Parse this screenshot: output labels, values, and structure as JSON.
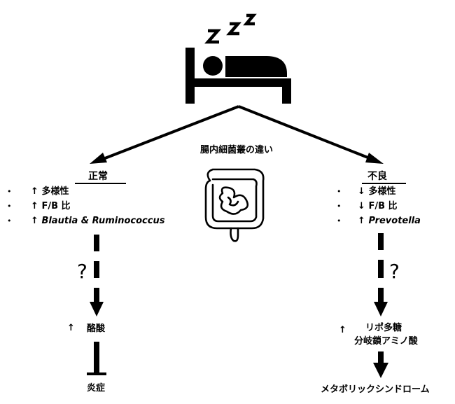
{
  "title": "腸内細菌叢の違い",
  "left": {
    "header": "正常",
    "bullets": [
      {
        "arrow": "↑",
        "text": "多様性"
      },
      {
        "arrow": "↑",
        "text": "F/B 比"
      },
      {
        "arrow": "↑",
        "text": "Blautia & Ruminococcus"
      }
    ],
    "question": "?",
    "result_arrow": "↑",
    "result": "酪酸",
    "outcome": "炎症"
  },
  "right": {
    "header": "不良",
    "bullets": [
      {
        "arrow": "↓",
        "text": "多様性"
      },
      {
        "arrow": "↓",
        "text": "F/B 比"
      },
      {
        "arrow": "↑",
        "text": "Prevotella"
      }
    ],
    "question": "?",
    "result_arrow": "↑",
    "result_line1": "リポ多糖",
    "result_line2": "分岐鎖アミノ酸",
    "outcome": "メタボリックシンドローム"
  },
  "sleep_text": "ZZZ"
}
